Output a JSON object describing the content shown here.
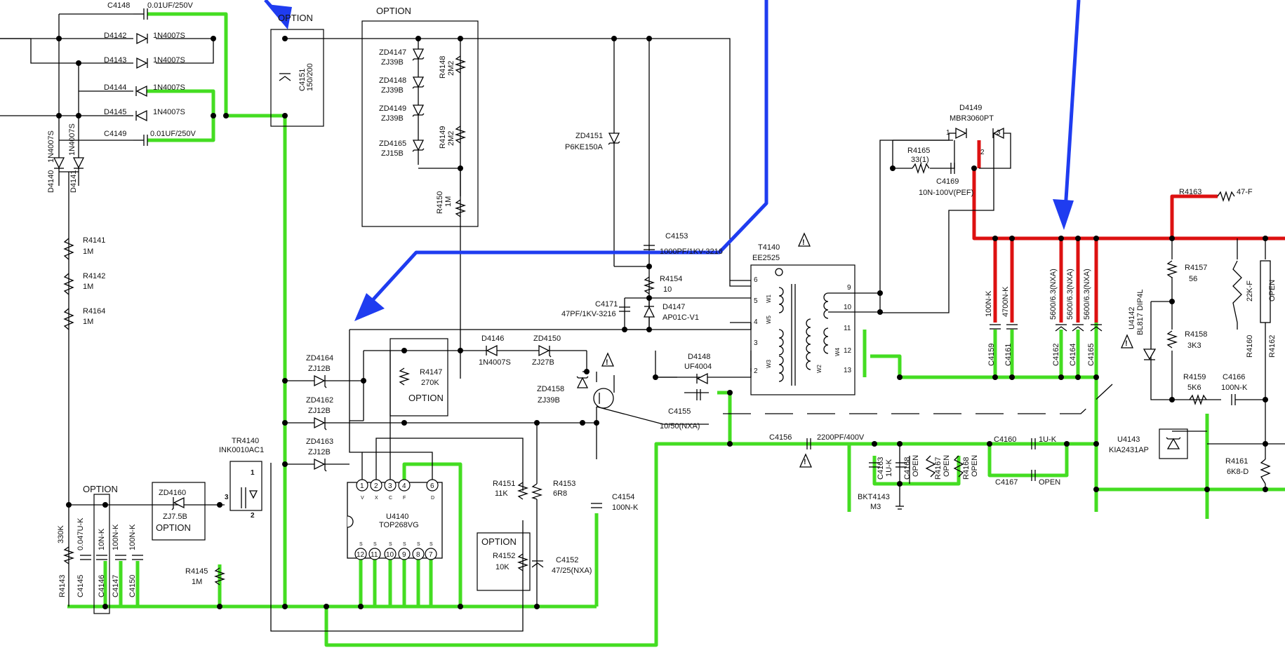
{
  "labels": {
    "c4148": "C4148",
    "c4148v": "0.01UF/250V",
    "d4142": "D4142",
    "d4142v": "1N4007S",
    "d4143": "D4143",
    "d4143v": "1N4007S",
    "d4144": "D4144",
    "d4144v": "1N4007S",
    "d4145": "D4145",
    "d4145v": "1N4007S",
    "c4149": "C4149",
    "c4149v": "0.01UF/250V",
    "d4140": "D4140",
    "d4140v": "1N4007S",
    "d4141": "D4141",
    "d4141v": "1N4007S",
    "opt1": "OPTION",
    "c4151": "C4151",
    "c4151v": "150/200",
    "opt2": "OPTION",
    "zd4147": "ZD4147",
    "zd4147v": "ZJ39B",
    "zd4148": "ZD4148",
    "zd4148v": "ZJ39B",
    "zd4149": "ZD4149",
    "zd4149v": "ZJ39B",
    "zd4165": "ZD4165",
    "zd4165v": "ZJ15B",
    "r4148": "R4148",
    "r4148v": "2M2",
    "r4149": "R4149",
    "r4149v": "2M2",
    "r4150": "R4150",
    "r4150v": "1M",
    "zd4151": "ZD4151",
    "zd4151v": "P6KE150A",
    "c4153": "C4153",
    "c4153v": "1000PF/1KV-3216",
    "r4154": "R4154",
    "r4154v": "10",
    "c4171": "C4171",
    "c4171v": "47PF/1KV-3216",
    "d4147": "D4147",
    "d4147v": "AP01C-V1",
    "t4140": "T4140",
    "t4140v": "EE2525",
    "d4149": "D4149",
    "d4149v": "MBR3060PT",
    "r4165": "R4165",
    "r4165v": "33(1)",
    "c4169": "C4169",
    "c4169v": "10N-100V(PEF)",
    "r4163": "R4163",
    "r4163v": "47-F",
    "r4141": "R4141",
    "r4141v": "1M",
    "r4142": "R4142",
    "r4142v": "1M",
    "r4164": "R4164",
    "r4164v": "1M",
    "zd4164": "ZD4164",
    "zd4164v": "ZJ12B",
    "zd4162": "ZD4162",
    "zd4162v": "ZJ12B",
    "zd4163": "ZD4163",
    "zd4163v": "ZJ12B",
    "r4147": "R4147",
    "r4147v": "270K",
    "opt3": "OPTION",
    "d4146": "D4146",
    "d4146v": "1N4007S",
    "zd4150": "ZD4150",
    "zd4150v": "ZJ27B",
    "zd4158": "ZD4158",
    "zd4158v": "ZJ39B",
    "d4148": "D4148",
    "d4148v": "UF4004",
    "c4155": "C4155",
    "c4155v": "10/50(NXA)",
    "c4156": "C4156",
    "c4156v": "2200PF/400V",
    "c4159": "C4159",
    "c4159v": "100N-K",
    "c4161": "C4161",
    "c4161v": "4700N-K",
    "c4162": "C4162",
    "c4162v": "5600/6.3(NXA)",
    "c4164": "C4164",
    "c4164v": "5600/6.3(NXA)",
    "c4165": "C4165",
    "c4165v": "5600/6.3(NXA)",
    "r4157": "R4157",
    "r4157v": "56",
    "u4142": "U4142",
    "u4142v": "BL817 DIP4L",
    "r4158": "R4158",
    "r4158v": "3K3",
    "r4159": "R4159",
    "r4159v": "5K6",
    "c4166": "C4166",
    "c4166v": "100N-K",
    "r4160": "R4160",
    "r4160v": "22K-F",
    "r4162": "R4162",
    "r4162v": "OPEN",
    "u4143": "U4143",
    "u4143v": "KIA2431AP",
    "r4161": "R4161",
    "r4161v": "6K8-D",
    "c4163": "C4163",
    "c4163v": "1U-K",
    "c4168": "C4168",
    "c4168v": "OPEN",
    "r4167": "R4167",
    "r4167v": "OPEN",
    "r4168": "R4168",
    "r4168v": "OPEN",
    "c4160": "C4160",
    "c4160v": "1U-K",
    "c4167": "C4167",
    "c4167v": "OPEN",
    "bkt4143": "BKT4143",
    "bkt4143v": "M3",
    "tr4140": "TR4140",
    "tr4140v": "INK0010AC1",
    "opt4": "OPTION",
    "zd4160": "ZD4160",
    "zd4160v": "ZJ7.5B",
    "opt5": "OPTION",
    "r4143": "R4143",
    "r4143v": "330K",
    "c4145": "C4145",
    "c4145v": "0.047U-K",
    "c4146": "C4146",
    "c4146v": "10N-K",
    "c4147": "C4147",
    "c4147v": "100N-K",
    "c4150": "C4150",
    "c4150v": "100N-K",
    "r4145": "R4145",
    "r4145v": "1M",
    "u4140": "U4140",
    "u4140v": "TOP268VG",
    "r4151": "R4151",
    "r4151v": "11K",
    "r4153": "R4153",
    "r4153v": "6R8",
    "c4154": "C4154",
    "c4154v": "100N-K",
    "opt6": "OPTION",
    "r4152": "R4152",
    "r4152v": "10K",
    "c4152": "C4152",
    "c4152v": "47/25(NXA)",
    "pins_top": [
      "1",
      "2",
      "3",
      "4",
      "6"
    ],
    "pins_top_letters": [
      "V",
      "X",
      "C",
      "F",
      "D"
    ],
    "pins_bot": [
      "12",
      "11",
      "10",
      "9",
      "8",
      "7"
    ],
    "pins_bot_letters": [
      "S",
      "S",
      "S",
      "S",
      "S",
      "S"
    ],
    "t_pins": [
      "6",
      "5",
      "4",
      "3",
      "2",
      "9",
      "10",
      "11",
      "12",
      "13"
    ],
    "t_windings": [
      "W1",
      "W5",
      "W3",
      "W2",
      "W4"
    ],
    "d4149_pins": [
      "1",
      "2",
      "3"
    ],
    "tr_pins": [
      "3",
      "1",
      "2"
    ],
    "warning": "!"
  },
  "colors": {
    "highlight_green": "#44dd22",
    "highlight_red": "#dd1111",
    "annotation_arrow": "#1f3cf0"
  },
  "icons": [
    "warning-triangle-icon",
    "annotation-arrow-icon"
  ]
}
